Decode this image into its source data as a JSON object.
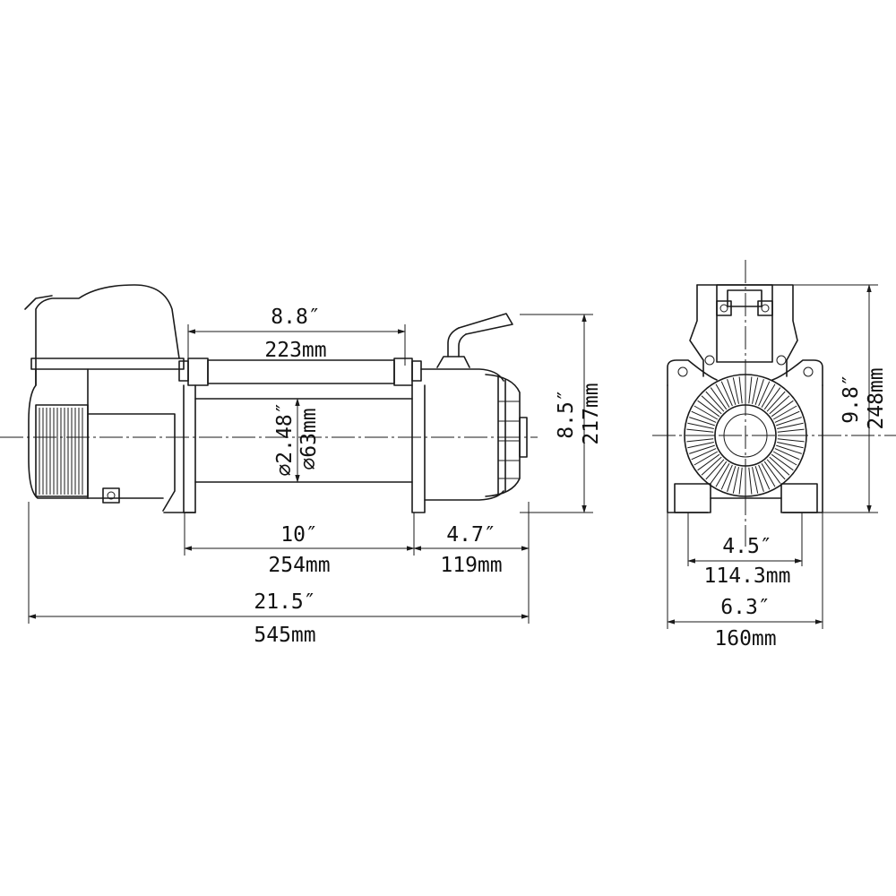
{
  "colors": {
    "line": "#1a1a1a",
    "background": "#ffffff"
  },
  "side_view": {
    "drum_length_in": "8.8″",
    "drum_length_mm": "223mm",
    "drum_diameter_in": "⌀2.48″",
    "drum_diameter_mm": "⌀63mm",
    "mount_spacing_in": "10″",
    "mount_spacing_mm": "254mm",
    "motor_offset_in": "4.7″",
    "motor_offset_mm": "119mm",
    "height_in": "8.5″",
    "height_mm": "217mm",
    "overall_length_in": "21.5″",
    "overall_length_mm": "545mm"
  },
  "end_view": {
    "height_in": "9.8″",
    "height_mm": "248mm",
    "bolt_spacing_in": "4.5″",
    "bolt_spacing_mm": "114.3mm",
    "base_width_in": "6.3″",
    "base_width_mm": "160mm"
  }
}
